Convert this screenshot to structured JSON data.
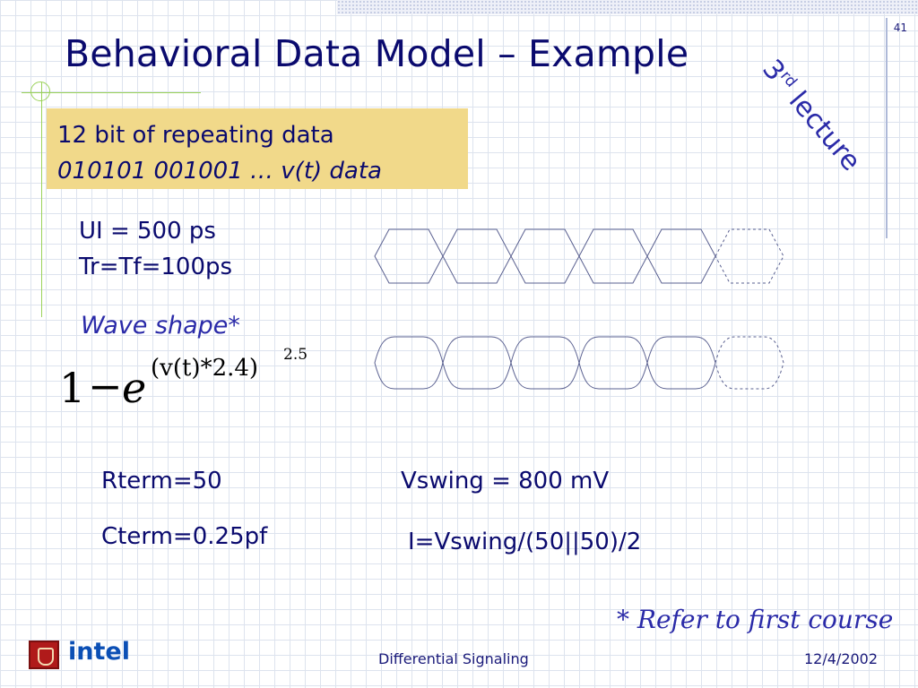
{
  "slide": {
    "number": "41",
    "title": "Behavioral Data Model – Example",
    "lecture_number": "3",
    "lecture_suffix": "rd",
    "lecture_word": "lecture"
  },
  "callout": {
    "line1": "12 bit of repeating data",
    "line2": "010101 001001 … v(t) data"
  },
  "params": {
    "ui": "UI = 500 ps",
    "tr_tf": "Tr=Tf=100ps"
  },
  "wave_shape": {
    "label": "Wave shape*",
    "formula": {
      "one": "1",
      "minus": "−",
      "e": "e",
      "exponent": "(v(t)*2.4)",
      "power": "2.5"
    }
  },
  "eye_diagrams": {
    "solid_eyes": 5,
    "dashed_eyes": 1,
    "stroke_color": "#5a6090"
  },
  "termination": {
    "rterm": "Rterm=50",
    "cterm": "Cterm=0.25pf",
    "vswing": "Vswing = 800 mV",
    "current": "I=Vswing/(50||50)/2"
  },
  "footnote": "* Refer to first course",
  "footer": {
    "logo_text": "intel",
    "center": "Differential Signaling",
    "date": "12/4/2002"
  },
  "colors": {
    "title": "#0a0a6e",
    "accent": "#2a2aa8",
    "callout_bg": "#f1d98a",
    "rule_green": "#9bd25a",
    "logo_blue": "#0b4fb5"
  }
}
